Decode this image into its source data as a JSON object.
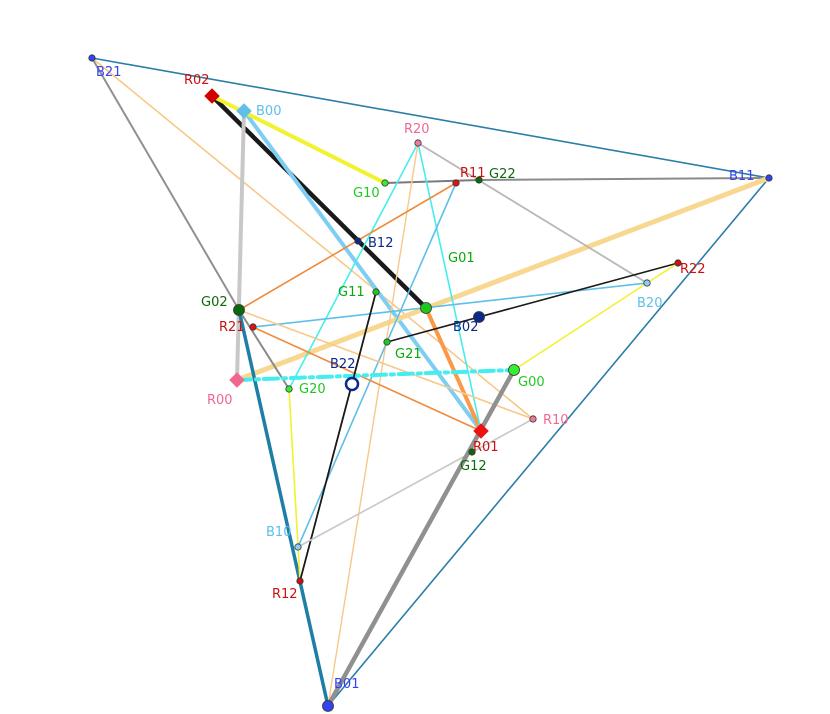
{
  "colors": {
    "R": "#e0101a",
    "Rlabel": "#d0101a",
    "R0": "#f06890",
    "B": "#3344ee",
    "B1": "#5fbfe8",
    "Bdark": "#0a2a8a",
    "G": "#1ec81e",
    "Glabel": "#0aa80a",
    "Gdark": "#0a6a0a"
  },
  "points": [
    {
      "id": "R00",
      "label": "R00",
      "marker": "diamond",
      "color": "#f06890",
      "labelColor": "#f06890"
    },
    {
      "id": "R01",
      "label": "R01",
      "marker": "diamond",
      "color": "#ee1111",
      "labelColor": "#cc1010"
    },
    {
      "id": "R02",
      "label": "R02",
      "marker": "diamond",
      "color": "#d00000",
      "labelColor": "#cc1010"
    },
    {
      "id": "R10",
      "label": "R10",
      "marker": "dot",
      "color": "#f07898",
      "labelColor": "#f06890"
    },
    {
      "id": "R11",
      "label": "R11",
      "marker": "dot",
      "color": "#e0101a",
      "labelColor": "#cc1010"
    },
    {
      "id": "R12",
      "label": "R12",
      "marker": "dot",
      "color": "#cc1010",
      "labelColor": "#cc1010"
    },
    {
      "id": "R20",
      "label": "R20",
      "marker": "dot",
      "color": "#f078a0",
      "labelColor": "#f06890"
    },
    {
      "id": "R21",
      "label": "R21",
      "marker": "dot",
      "color": "#e0101a",
      "labelColor": "#cc1010"
    },
    {
      "id": "R22",
      "label": "R22",
      "marker": "dot",
      "color": "#cc1010",
      "labelColor": "#cc1010"
    },
    {
      "id": "B00",
      "label": "B00",
      "marker": "diamond",
      "color": "#5fbfe8",
      "labelColor": "#5fbfe8"
    },
    {
      "id": "B01",
      "label": "B01",
      "marker": "bigdot",
      "color": "#3344ee",
      "labelColor": "#3344ee"
    },
    {
      "id": "B02",
      "label": "B02",
      "marker": "bigdot",
      "color": "#0a2a8a",
      "labelColor": "#0a2a8a"
    },
    {
      "id": "B10",
      "label": "B10",
      "marker": "dot",
      "color": "#8ad0f0",
      "labelColor": "#5fbfe8"
    },
    {
      "id": "B11",
      "label": "B11",
      "marker": "dot",
      "color": "#3344ee",
      "labelColor": "#3344ee"
    },
    {
      "id": "B12",
      "label": "B12",
      "marker": "dot",
      "color": "#0a2a8a",
      "labelColor": "#0a2a8a"
    },
    {
      "id": "B20",
      "label": "B20",
      "marker": "dot",
      "color": "#8ad0f0",
      "labelColor": "#5fbfe8"
    },
    {
      "id": "B21",
      "label": "B21",
      "marker": "dot",
      "color": "#3344ee",
      "labelColor": "#3344ee"
    },
    {
      "id": "B22",
      "label": "B22",
      "marker": "ring",
      "color": "#0a2a8a",
      "labelColor": "#0a2a8a"
    },
    {
      "id": "G00",
      "label": "G00",
      "marker": "bigdot",
      "color": "#33ee33",
      "labelColor": "#1ec81e"
    },
    {
      "id": "G01",
      "label": "G01",
      "marker": "bigdot",
      "color": "#1ec81e",
      "labelColor": "#0aa80a"
    },
    {
      "id": "G02",
      "label": "G02",
      "marker": "bigdot",
      "color": "#0a6a0a",
      "labelColor": "#0a6a0a"
    },
    {
      "id": "G10",
      "label": "G10",
      "marker": "dot",
      "color": "#33ee33",
      "labelColor": "#1ec81e"
    },
    {
      "id": "G11",
      "label": "G11",
      "marker": "dot",
      "color": "#1ec81e",
      "labelColor": "#0aa80a"
    },
    {
      "id": "G12",
      "label": "G12",
      "marker": "dot",
      "color": "#0a6a0a",
      "labelColor": "#0a6a0a"
    },
    {
      "id": "G20",
      "label": "G20",
      "marker": "dot",
      "color": "#33ee33",
      "labelColor": "#1ec81e"
    },
    {
      "id": "G21",
      "label": "G21",
      "marker": "dot",
      "color": "#1ec81e",
      "labelColor": "#0aa80a"
    },
    {
      "id": "G22",
      "label": "G22",
      "marker": "dot",
      "color": "#0a6a0a",
      "labelColor": "#0a6a0a"
    }
  ],
  "edges": [
    {
      "from": "B21",
      "to": "B11",
      "color": "#2a7ea8"
    },
    {
      "from": "B11",
      "to": "B01",
      "color": "#2a7ea8"
    },
    {
      "from": "B21",
      "to": "G02",
      "color": "#909090"
    },
    {
      "from": "B21",
      "to": "R10",
      "color": "#f8c888"
    },
    {
      "from": "R02",
      "to": "G01",
      "color": "#1a1a1a"
    },
    {
      "from": "B00",
      "to": "R01",
      "color": "#7ecef4"
    },
    {
      "from": "B00",
      "to": "R00",
      "color": "#c8c8c8"
    },
    {
      "from": "R02",
      "to": "G10",
      "color": "#f2f230"
    },
    {
      "from": "G10",
      "to": "G22",
      "color": "#7a7a7a"
    },
    {
      "from": "G22",
      "to": "B11",
      "color": "#8a8a8a"
    },
    {
      "from": "G01",
      "to": "R01",
      "color": "#f89a4a"
    },
    {
      "from": "R00",
      "to": "B11",
      "color": "#f8d890"
    },
    {
      "from": "G02",
      "to": "B01",
      "color": "#1e7ea8"
    },
    {
      "from": "R20",
      "to": "G20",
      "color": "#44eeee"
    },
    {
      "from": "R20",
      "to": "B20",
      "color": "#b8b8b8"
    },
    {
      "from": "R20",
      "to": "R01",
      "color": "#44eeee"
    },
    {
      "from": "R20",
      "to": "B01",
      "color": "#f8c888"
    },
    {
      "from": "R11",
      "to": "G02",
      "color": "#f08a3a"
    },
    {
      "from": "R11",
      "to": "B10",
      "color": "#5fbfe8"
    },
    {
      "from": "R21",
      "to": "R01",
      "color": "#f08a3a"
    },
    {
      "from": "R21",
      "to": "B20",
      "color": "#5fbfe8"
    },
    {
      "from": "G02",
      "to": "R10",
      "color": "#f8c888"
    },
    {
      "from": "G02",
      "to": "G20",
      "color": "#8a8a8a"
    },
    {
      "from": "G20",
      "to": "R12",
      "color": "#f2f230"
    },
    {
      "from": "G11",
      "to": "R12",
      "color": "#1a1a1a"
    },
    {
      "from": "B22",
      "to": "R12",
      "color": "#1a1a1a"
    },
    {
      "from": "G21",
      "to": "R22",
      "color": "#1a1a1a"
    },
    {
      "from": "B20",
      "to": "G00",
      "color": "#f2f230"
    },
    {
      "from": "B20",
      "to": "R22",
      "color": "#f2f230"
    },
    {
      "from": "B10",
      "to": "R10",
      "color": "#c8c8c8"
    },
    {
      "from": "R00",
      "to": "G00",
      "color": "#44eeee"
    },
    {
      "from": "G00",
      "to": "B01",
      "color": "#909090"
    },
    {
      "from": "B22",
      "to": "G11",
      "color": "#1a1a1a"
    }
  ]
}
